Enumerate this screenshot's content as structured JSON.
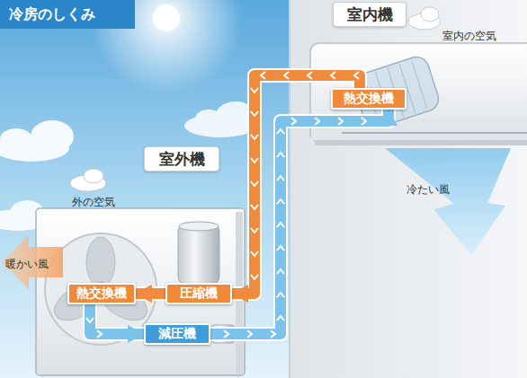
{
  "diagram": {
    "title": "冷房のしくみ",
    "nodes": [
      {
        "text": [
          "室内機"
        ]
      },
      {
        "text": [
          "熱交換機"
        ],
        "in": 0
      },
      {
        "text": [
          "室外機"
        ]
      },
      {
        "text": [
          "熱交換機"
        ],
        "in": 2
      },
      {
        "text": [
          "圧縮機"
        ],
        "in": 2
      },
      {
        "text": [
          "減圧機"
        ],
        "in": 2
      }
    ],
    "edges": [
      {
        "from": 1,
        "to": 4,
        "arrow": "to"
      },
      {
        "from": 4,
        "to": 3,
        "arrow": "to"
      },
      {
        "from": 3,
        "to": 5,
        "arrow": "to"
      },
      {
        "from": 5,
        "to": 1,
        "arrow": "to"
      }
    ],
    "labels": [
      "室内の空気",
      "冷たい風",
      "外の空気",
      "暖かい風"
    ]
  }
}
